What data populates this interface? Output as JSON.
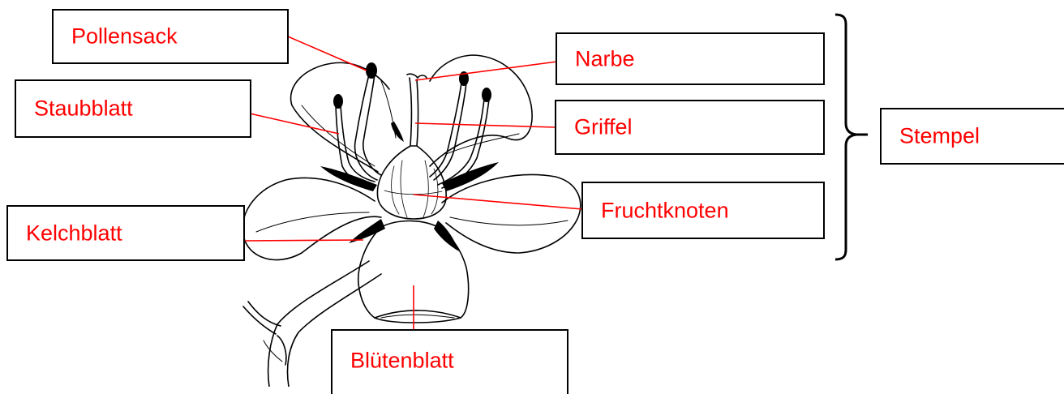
{
  "diagram": {
    "labels": {
      "pollensack": "Pollensack",
      "narbe": "Narbe",
      "staubblatt": "Staubblatt",
      "griffel": "Griffel",
      "stempel": "Stempel",
      "kelchblatt": "Kelchblatt",
      "fruchtknoten": "Fruchtknoten",
      "bluetenblatt": "Blütenblatt"
    },
    "colors": {
      "label_text": "#ff0000",
      "leader_line": "#ff0000",
      "box_border": "#000000",
      "drawing": "#000000"
    }
  }
}
